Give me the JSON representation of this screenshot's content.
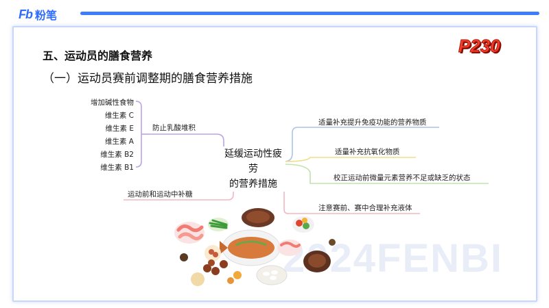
{
  "brand": {
    "logo_mark": "Fb",
    "name": "粉笔"
  },
  "page_badge": "P230",
  "watermark": "2024FENBI",
  "section_title": "五、运动员的膳食营养",
  "subsection_title": "（一）运动员赛前调整期的膳食营养措施",
  "center_node": {
    "line1": "延缓运动性疲劳",
    "line2": "的营养措施"
  },
  "left_group": {
    "items": [
      "增加碱性食物",
      "维生素 C",
      "维生素 E",
      "维生素 A",
      "维生素 B2",
      "维生素 B1"
    ],
    "label": "防止乳酸堆积"
  },
  "left_bottom": "运动前和运动中补糖",
  "right_items": [
    "适量补充提升免疫功能的营养物质",
    "适量补充抗氧化物质",
    "校正运动前微量元素营养不足或缺乏的状态",
    "注意赛前、赛中合理补充液体"
  ],
  "colors": {
    "brand": "#2f6bff",
    "branch_purple": "#b9a3e8",
    "branch_pink": "#f2b7c0",
    "branch_yellow": "#f1de8a",
    "branch_green": "#bfe3a8",
    "badge_red": "#f2412c"
  }
}
